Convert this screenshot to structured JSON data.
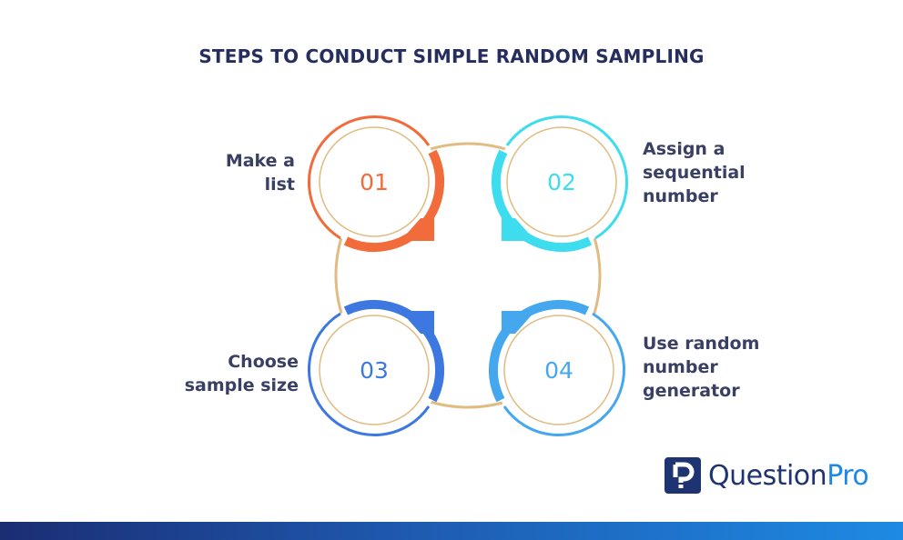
{
  "title": "STEPS TO CONDUCT SIMPLE RANDOM SAMPLING",
  "colors": {
    "title": "#262e5e",
    "label": "#3a4064",
    "connector_ring": "#e0bc82",
    "step1": "#f26b3a",
    "step2": "#3ddcef",
    "step3": "#3c78e0",
    "step4": "#45a8ee",
    "logo_dark": "#1e3372",
    "logo_accent": "#1e88e5"
  },
  "steps": [
    {
      "number": "01",
      "label_lines": [
        "Make a",
        "list"
      ],
      "color": "#f26b3a"
    },
    {
      "number": "02",
      "label_lines": [
        "Assign a",
        "sequential",
        "number"
      ],
      "color": "#3ddcef"
    },
    {
      "number": "03",
      "label_lines": [
        "Choose",
        "sample size"
      ],
      "color": "#3c78e0"
    },
    {
      "number": "04",
      "label_lines": [
        "Use random",
        "number",
        "generator"
      ],
      "color": "#45a8ee"
    }
  ],
  "logo": {
    "brand_part1": "Question",
    "brand_part2": "Pro",
    "mark_glyph": "P?"
  }
}
